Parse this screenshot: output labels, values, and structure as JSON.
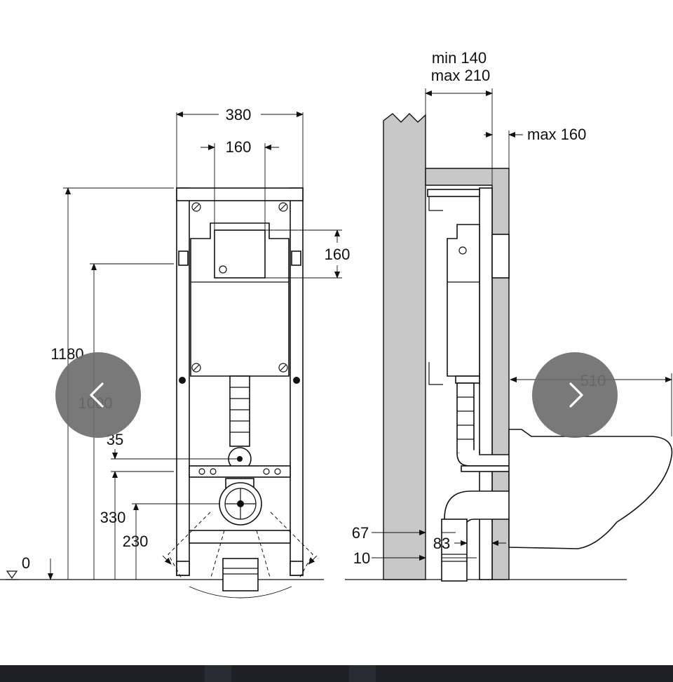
{
  "diagram": {
    "front_view": {
      "width_total": "380",
      "width_inner": "160",
      "panel_height": "160",
      "height_total": "1180",
      "height_frame_mid": "1000",
      "offset_small": "35",
      "height_330": "330",
      "height_230": "230",
      "zero_level": "0"
    },
    "side_view": {
      "depth_min": "min 140",
      "depth_max": "max 210",
      "panel_depth_max": "max 160",
      "bowl_length": "510",
      "offset_67": "67",
      "offset_83": "83",
      "offset_10": "10"
    }
  },
  "navigation": {
    "prev_icon": "chevron-left-icon",
    "next_icon": "chevron-right-icon"
  },
  "colors": {
    "wall_fill": "#c8c8c8",
    "nav_button": "#6e6e6e",
    "bottom_bar": "#1f2024"
  }
}
